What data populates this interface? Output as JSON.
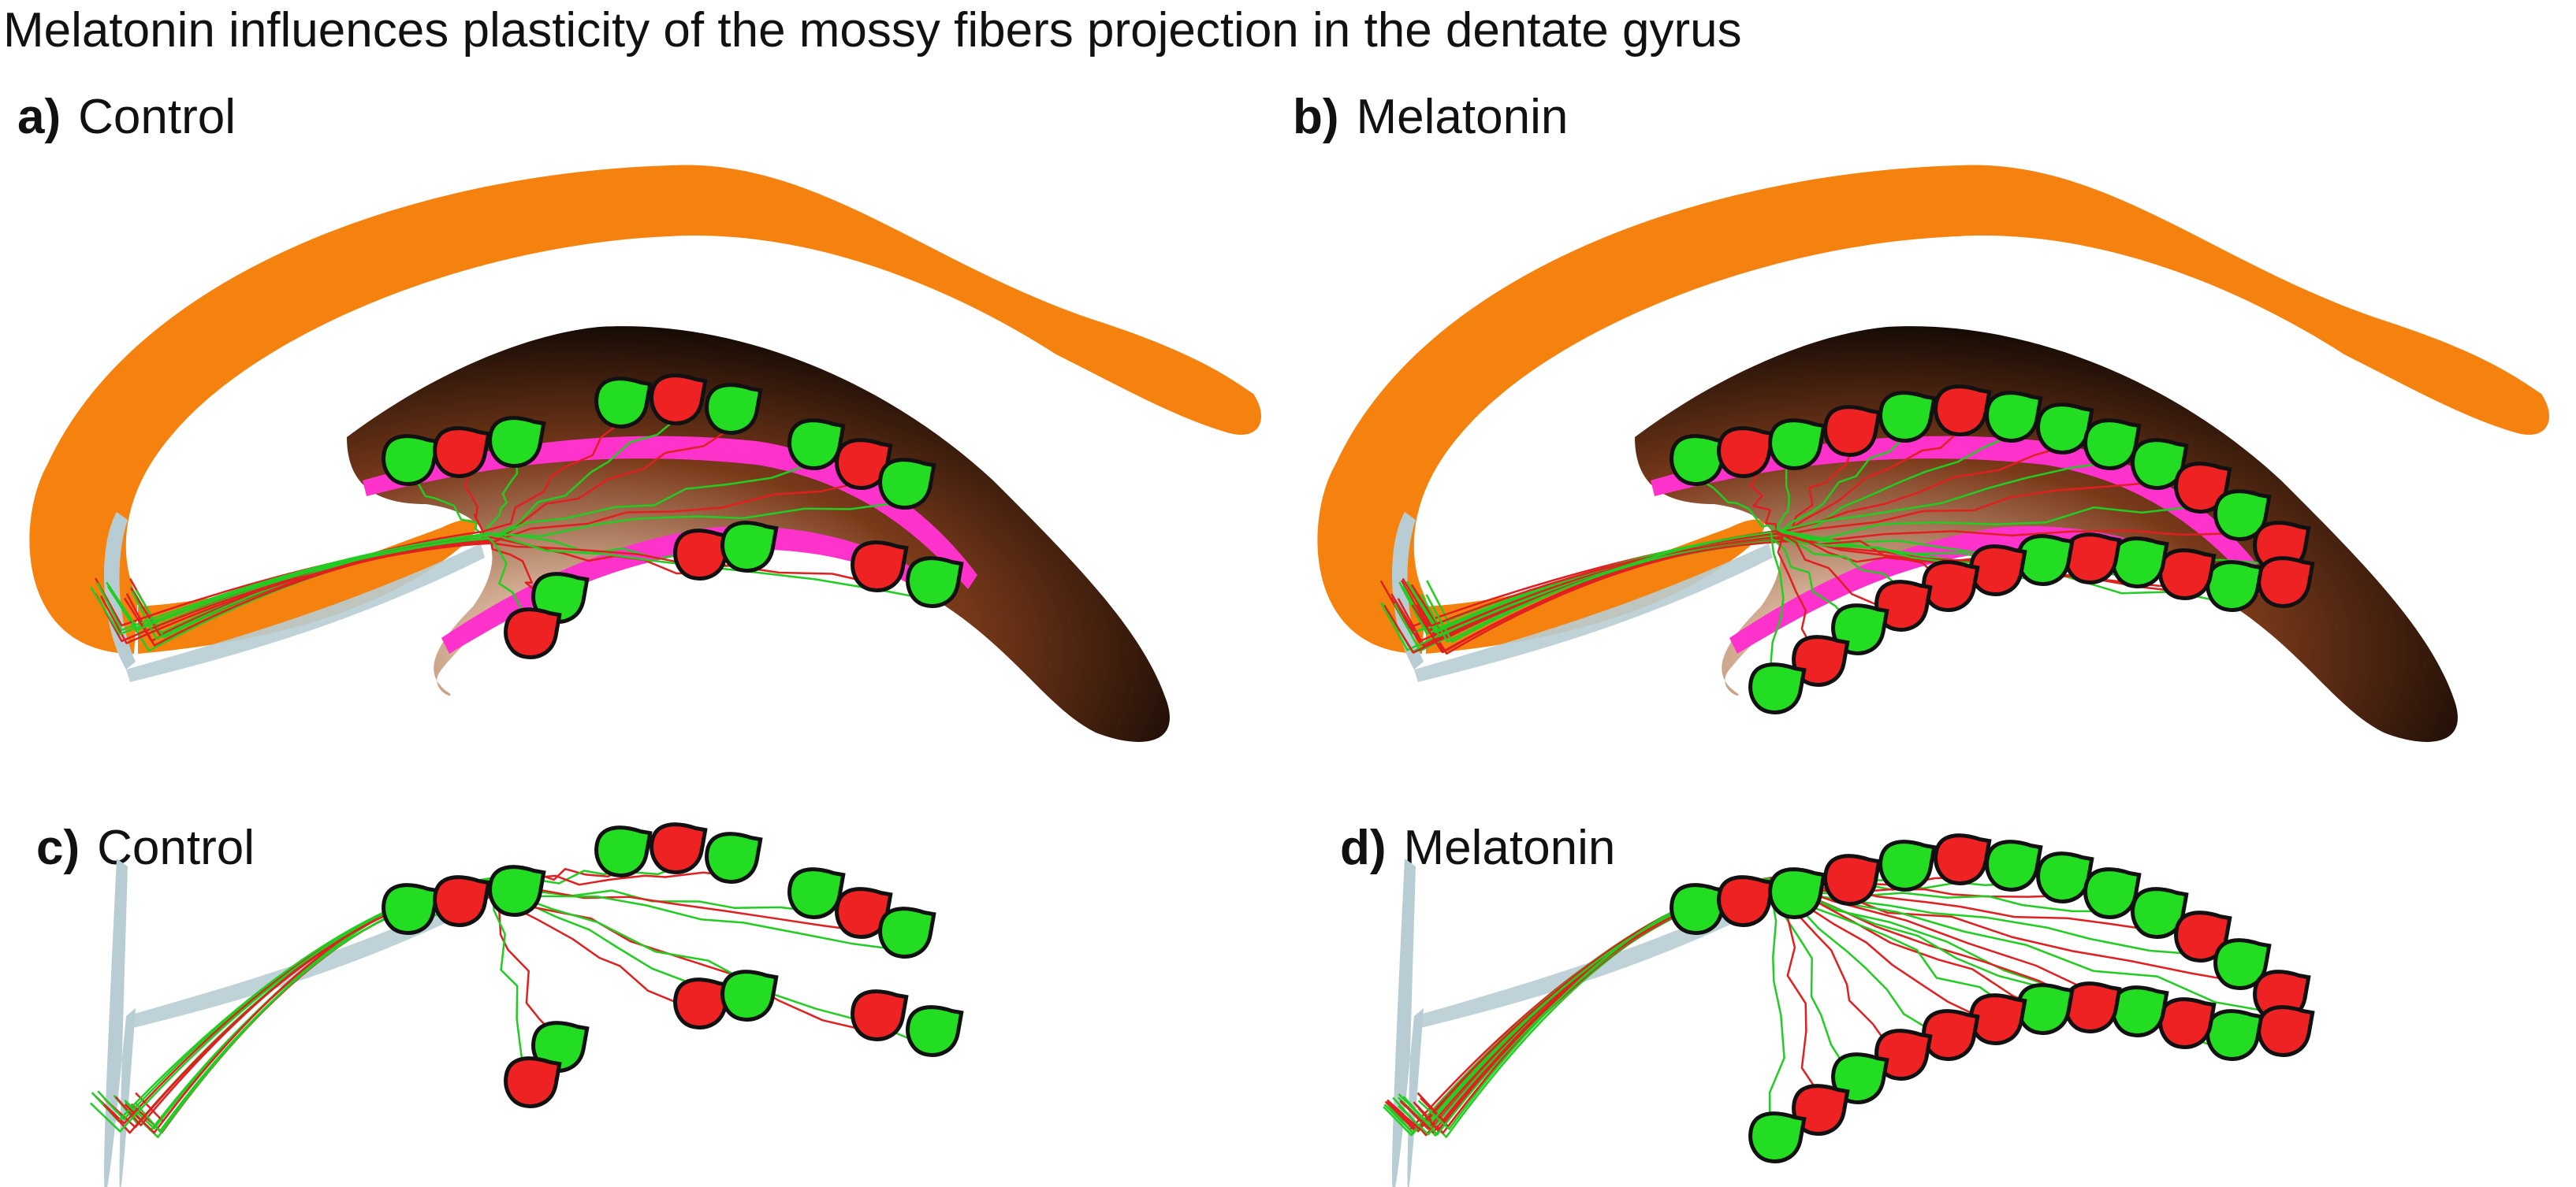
{
  "title": "Melatonin influences plasticity of the mossy fibers projection in the dentate gyrus",
  "panels": [
    {
      "letter": "a)",
      "caption": "Control"
    },
    {
      "letter": "b)",
      "caption": "Melatonin"
    },
    {
      "letter": "c)",
      "caption": "Control"
    },
    {
      "letter": "d)",
      "caption": "Melatonin"
    }
  ],
  "colors": {
    "ca_band": "#f5820f",
    "granule_layer": "#ff33cc",
    "hilus_dark": "#000000",
    "hilus_light": "#ffe7d0",
    "cell_green": "#22dd22",
    "cell_red": "#ee2222",
    "fiber_green": "#22cc22",
    "fiber_red": "#e02020",
    "ca3_tip": "#b8cdd3"
  },
  "icons": [
    "granule-cell-icon"
  ]
}
